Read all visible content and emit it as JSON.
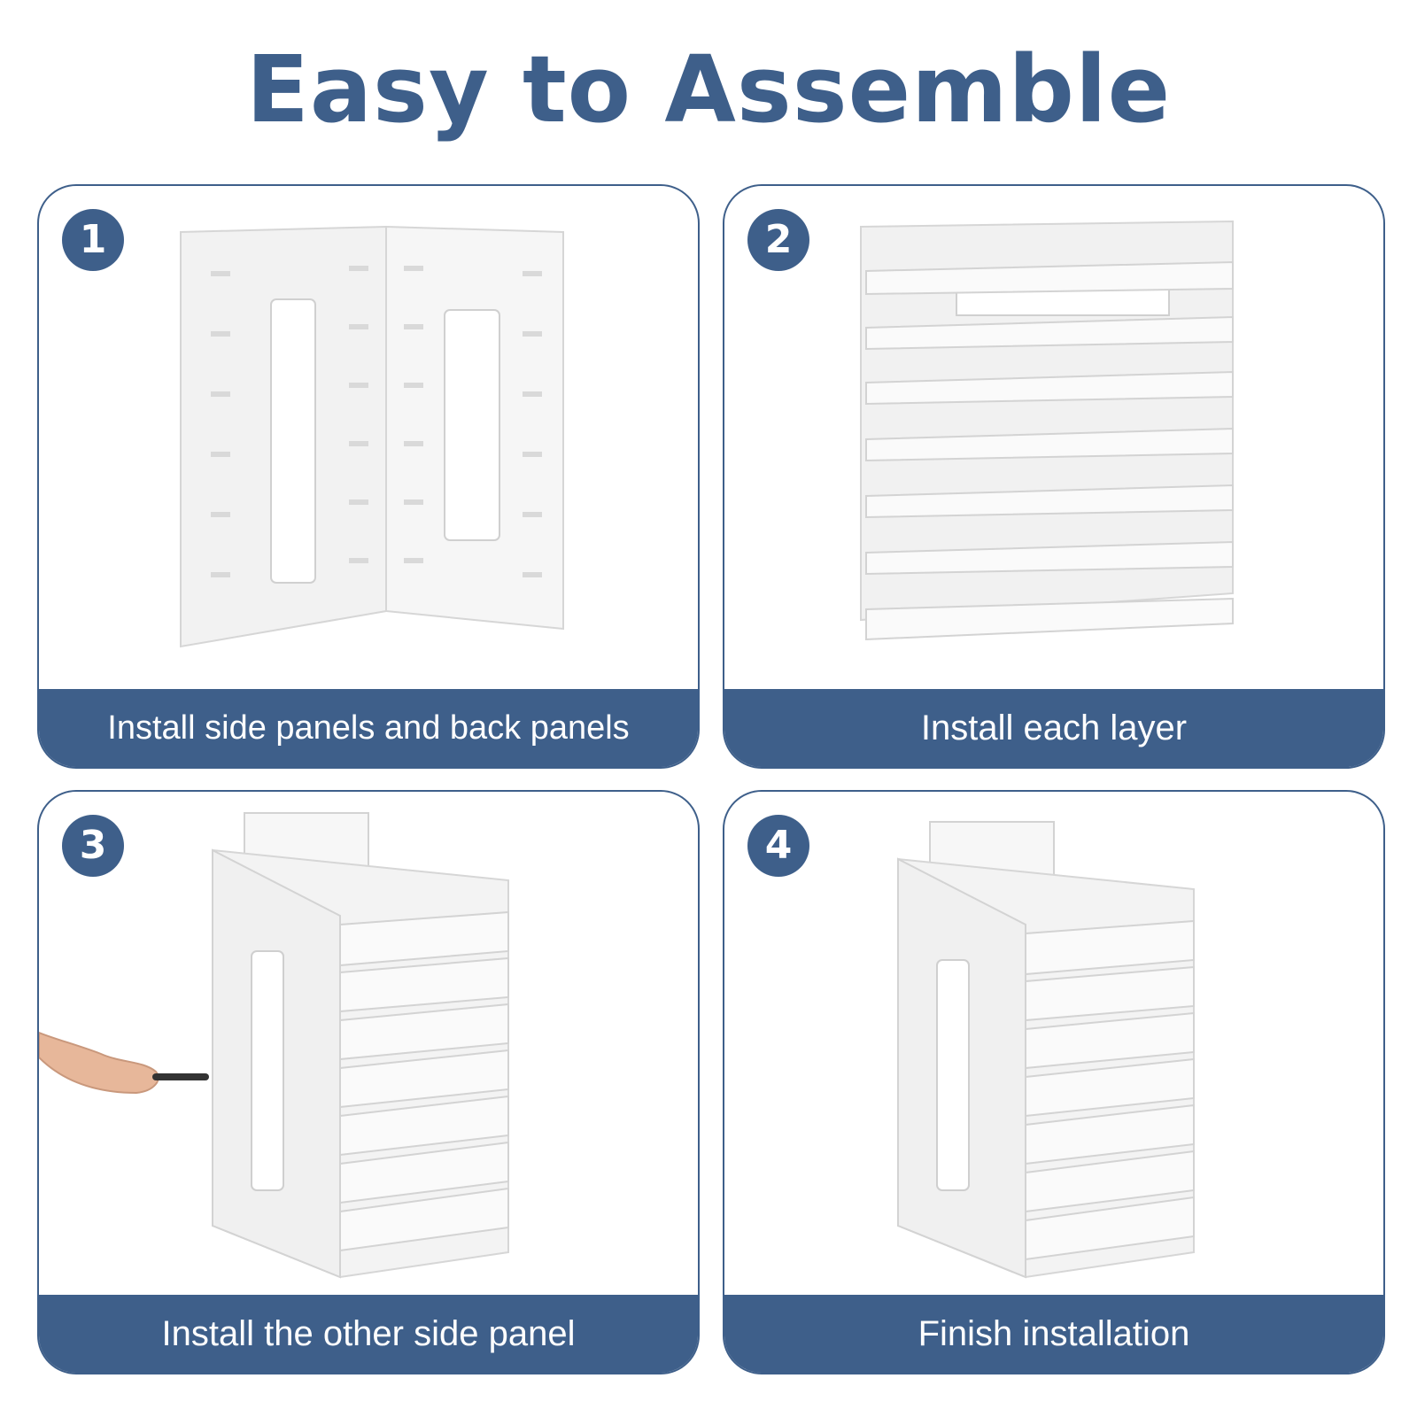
{
  "title": "Easy to Assemble",
  "colors": {
    "accent": "#3e5f8a",
    "background": "#ffffff",
    "panel": "#f4f4f4"
  },
  "steps": [
    {
      "number": "1",
      "caption": "Install side panels and back panels",
      "illustration": "flat-panels-illustration"
    },
    {
      "number": "2",
      "caption": "Install each layer",
      "illustration": "shelves-illustration"
    },
    {
      "number": "3",
      "caption": "Install the other side panel",
      "illustration": "screwdriver-assembly-illustration"
    },
    {
      "number": "4",
      "caption": "Finish installation",
      "illustration": "finished-organizer-illustration"
    }
  ]
}
